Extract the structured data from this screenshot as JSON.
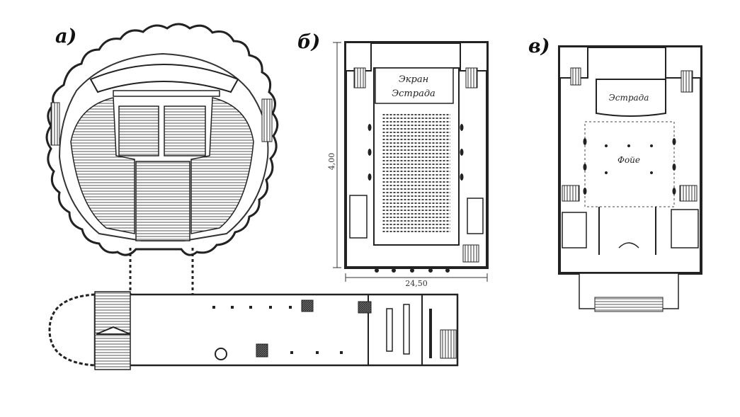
{
  "panels": {
    "a": {
      "label": "а)"
    },
    "b": {
      "label": "б)",
      "screen_label": "Экран",
      "stage_label": "Эстрада",
      "height_dim": "4,00",
      "width_dim": "24,50"
    },
    "v": {
      "label": "в)",
      "stage_label": "Эстрада",
      "foyer_label": "Фойе"
    }
  },
  "colors": {
    "ink": "#2a2a2a",
    "hatch": "#555555",
    "paper": "#ffffff"
  }
}
